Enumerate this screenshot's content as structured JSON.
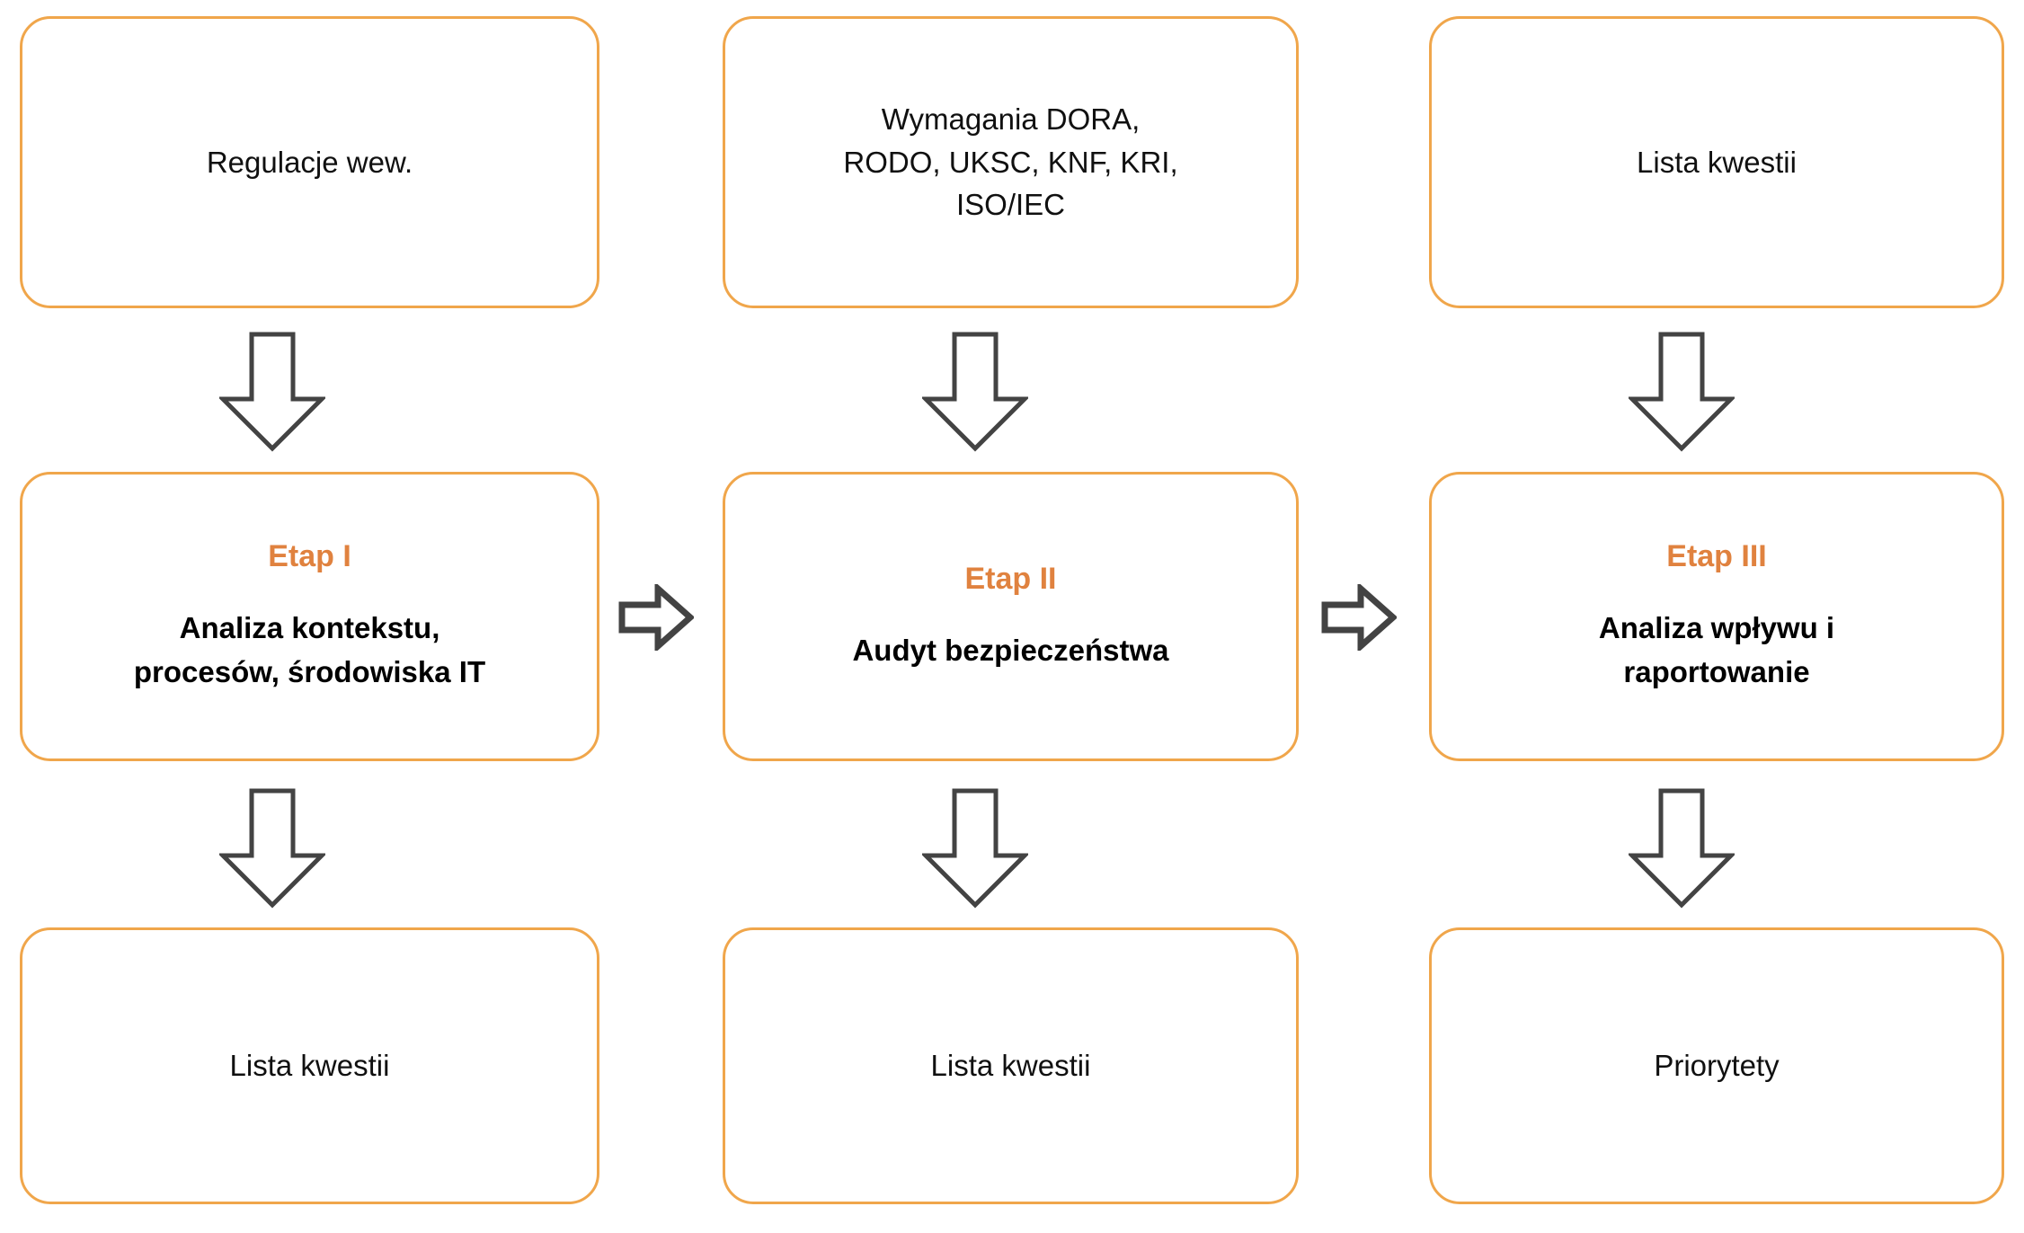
{
  "theme": {
    "box_border_color": "#F0A64B",
    "stage_title_color": "#E0823F",
    "text_color": "#101010",
    "arrow_stroke_color": "#434343",
    "background": "#FFFFFF"
  },
  "inputs": [
    {
      "id": "input-1",
      "label": "Regulacje wew."
    },
    {
      "id": "input-2",
      "label": "Wymagania DORA,\nRODO, UKSC, KNF, KRI,\nISO/IEC"
    },
    {
      "id": "input-3",
      "label": "Lista kwestii"
    }
  ],
  "stages": [
    {
      "id": "stage-1",
      "title": "Etap I",
      "subtitle": "Analiza kontekstu,\nprocesów, środowiska IT"
    },
    {
      "id": "stage-2",
      "title": "Etap II",
      "subtitle": "Audyt bezpieczeństwa"
    },
    {
      "id": "stage-3",
      "title": "Etap III",
      "subtitle": "Analiza wpływu i\nraportowanie"
    }
  ],
  "outputs": [
    {
      "id": "output-1",
      "label": "Lista kwestii"
    },
    {
      "id": "output-2",
      "label": "Lista kwestii"
    },
    {
      "id": "output-3",
      "label": "Priorytety"
    }
  ],
  "connectors": {
    "down_icon": "arrow-down-block-icon",
    "right_icon": "arrow-right-block-icon"
  }
}
